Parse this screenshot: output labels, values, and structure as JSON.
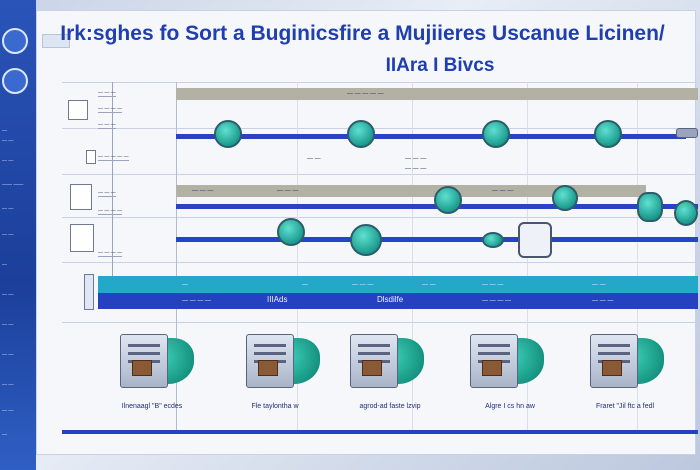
{
  "header": {
    "title_line1": "Irk:sghes fo Sort a Buginicsfire a Mujiieres Uscanue Licinen/",
    "title_line2": "IIAra I Bivcs"
  },
  "rail": {
    "texts": [
      "—",
      "— —",
      "— —",
      "—— ——",
      "— —",
      "— —",
      "—",
      "— —",
      "— —",
      "— —",
      "— —",
      "— —",
      "—"
    ]
  },
  "rows": [
    {
      "label": "— — —"
    },
    {
      "label": "— — — —"
    },
    {
      "label": "— — —"
    },
    {
      "label": "— — — — —"
    },
    {
      "label": "— — —"
    },
    {
      "label": "— — — —"
    },
    {
      "label": "— — — —"
    }
  ],
  "top_band_label": "— — — — —",
  "band2_labels": [
    "— — —",
    "— — —",
    "— — —"
  ],
  "node_labels": [
    "— —",
    "— — —",
    "— — —"
  ],
  "lane": {
    "cyan_texts": [
      "—",
      "—",
      "— — —",
      "— —",
      "— — —",
      "— —"
    ],
    "navy_texts": [
      "— — — —",
      "IIIAds",
      "Dlsdilfe",
      "— — — —",
      "— — —"
    ]
  },
  "cards": [
    {
      "caption": "Ilnenaagl \"B\" ecdes"
    },
    {
      "caption": "Fle taylontha w"
    },
    {
      "caption": "agrod-ad faste lzvip"
    },
    {
      "caption": "Algre I cs hn aw"
    },
    {
      "caption": "Fraret \"Jil ftc a fedl"
    }
  ]
}
